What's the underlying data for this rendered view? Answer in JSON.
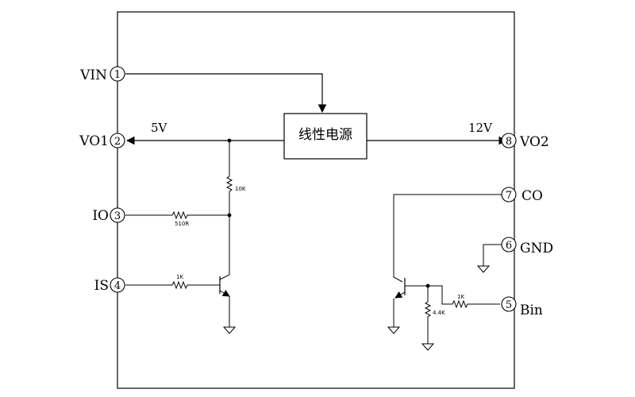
{
  "pins": {
    "vin": {
      "num": "1",
      "label": "VIN"
    },
    "vo1": {
      "num": "2",
      "label": "VO1"
    },
    "io": {
      "num": "3",
      "label": "IO"
    },
    "is": {
      "num": "4",
      "label": "IS"
    },
    "bin": {
      "num": "5",
      "label": "Bin"
    },
    "gnd": {
      "num": "6",
      "label": "GND"
    },
    "co": {
      "num": "7",
      "label": "CO"
    },
    "vo2": {
      "num": "8",
      "label": "VO2"
    }
  },
  "block": {
    "label": "线性电源"
  },
  "voltages": {
    "v5": "5V",
    "v12": "12V"
  },
  "resistors": {
    "r10k": "10K",
    "r510": "510R",
    "r1k_left": "1K",
    "r1k_right": "1K",
    "r4k4": "4.4K"
  }
}
